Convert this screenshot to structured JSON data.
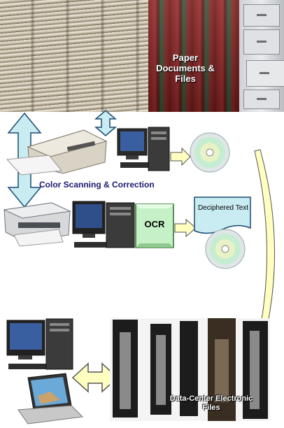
{
  "labels": {
    "paper_documents": "Paper Documents & Files",
    "color_scanning": "Color Scanning & Correction",
    "ocr": "OCR",
    "deciphered_text": "Deciphered Text",
    "data_center": "Data-Center Electronic Files"
  },
  "colors": {
    "arrow_fill": "#c8ecf2",
    "arrow_yellow": "#ffffc0",
    "ocr_fill": "#c6f1c6",
    "label_blue": "#1a1a6e"
  },
  "icons": [
    "scanner-icon",
    "computer-icon",
    "cd-disc-icon",
    "laptop-icon",
    "filing-cabinet-icon"
  ]
}
